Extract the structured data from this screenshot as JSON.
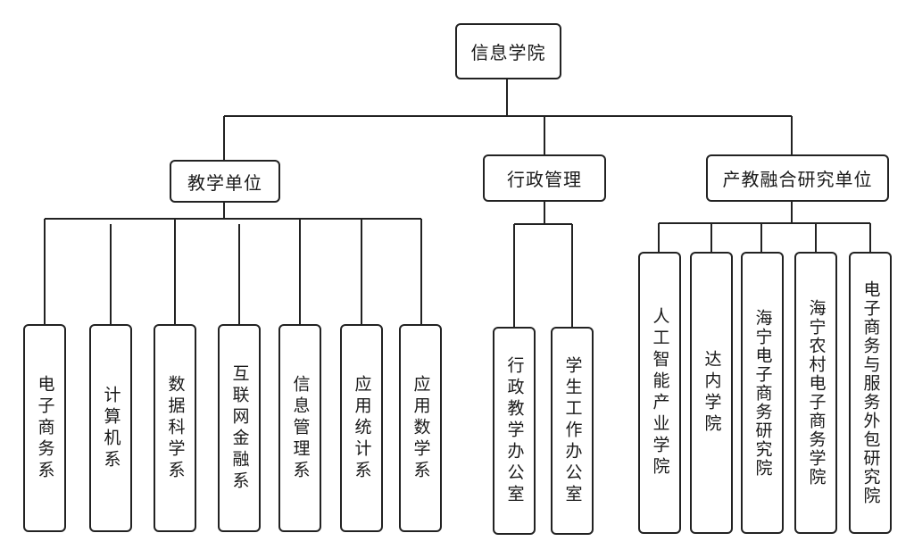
{
  "root": {
    "label": "信息学院"
  },
  "groups": [
    {
      "label": "教学单位",
      "children": [
        "电子商务系",
        "计算机系",
        "数据科学系",
        "互联网金融系",
        "信息管理系",
        "应用统计系",
        "应用数学系"
      ]
    },
    {
      "label": "行政管理",
      "children": [
        "行政教学办公室",
        "学生工作办公室"
      ]
    },
    {
      "label": "产教融合研究单位",
      "children": [
        "人工智能产业学院",
        "达内学院",
        "海宁电子商务研究院",
        "海宁农村电子商务学院",
        "电子商务与服务外包研究院"
      ]
    }
  ],
  "style": {
    "line_color": "#222222",
    "box_border": "#222222",
    "text_color": "#1a1a1a"
  }
}
